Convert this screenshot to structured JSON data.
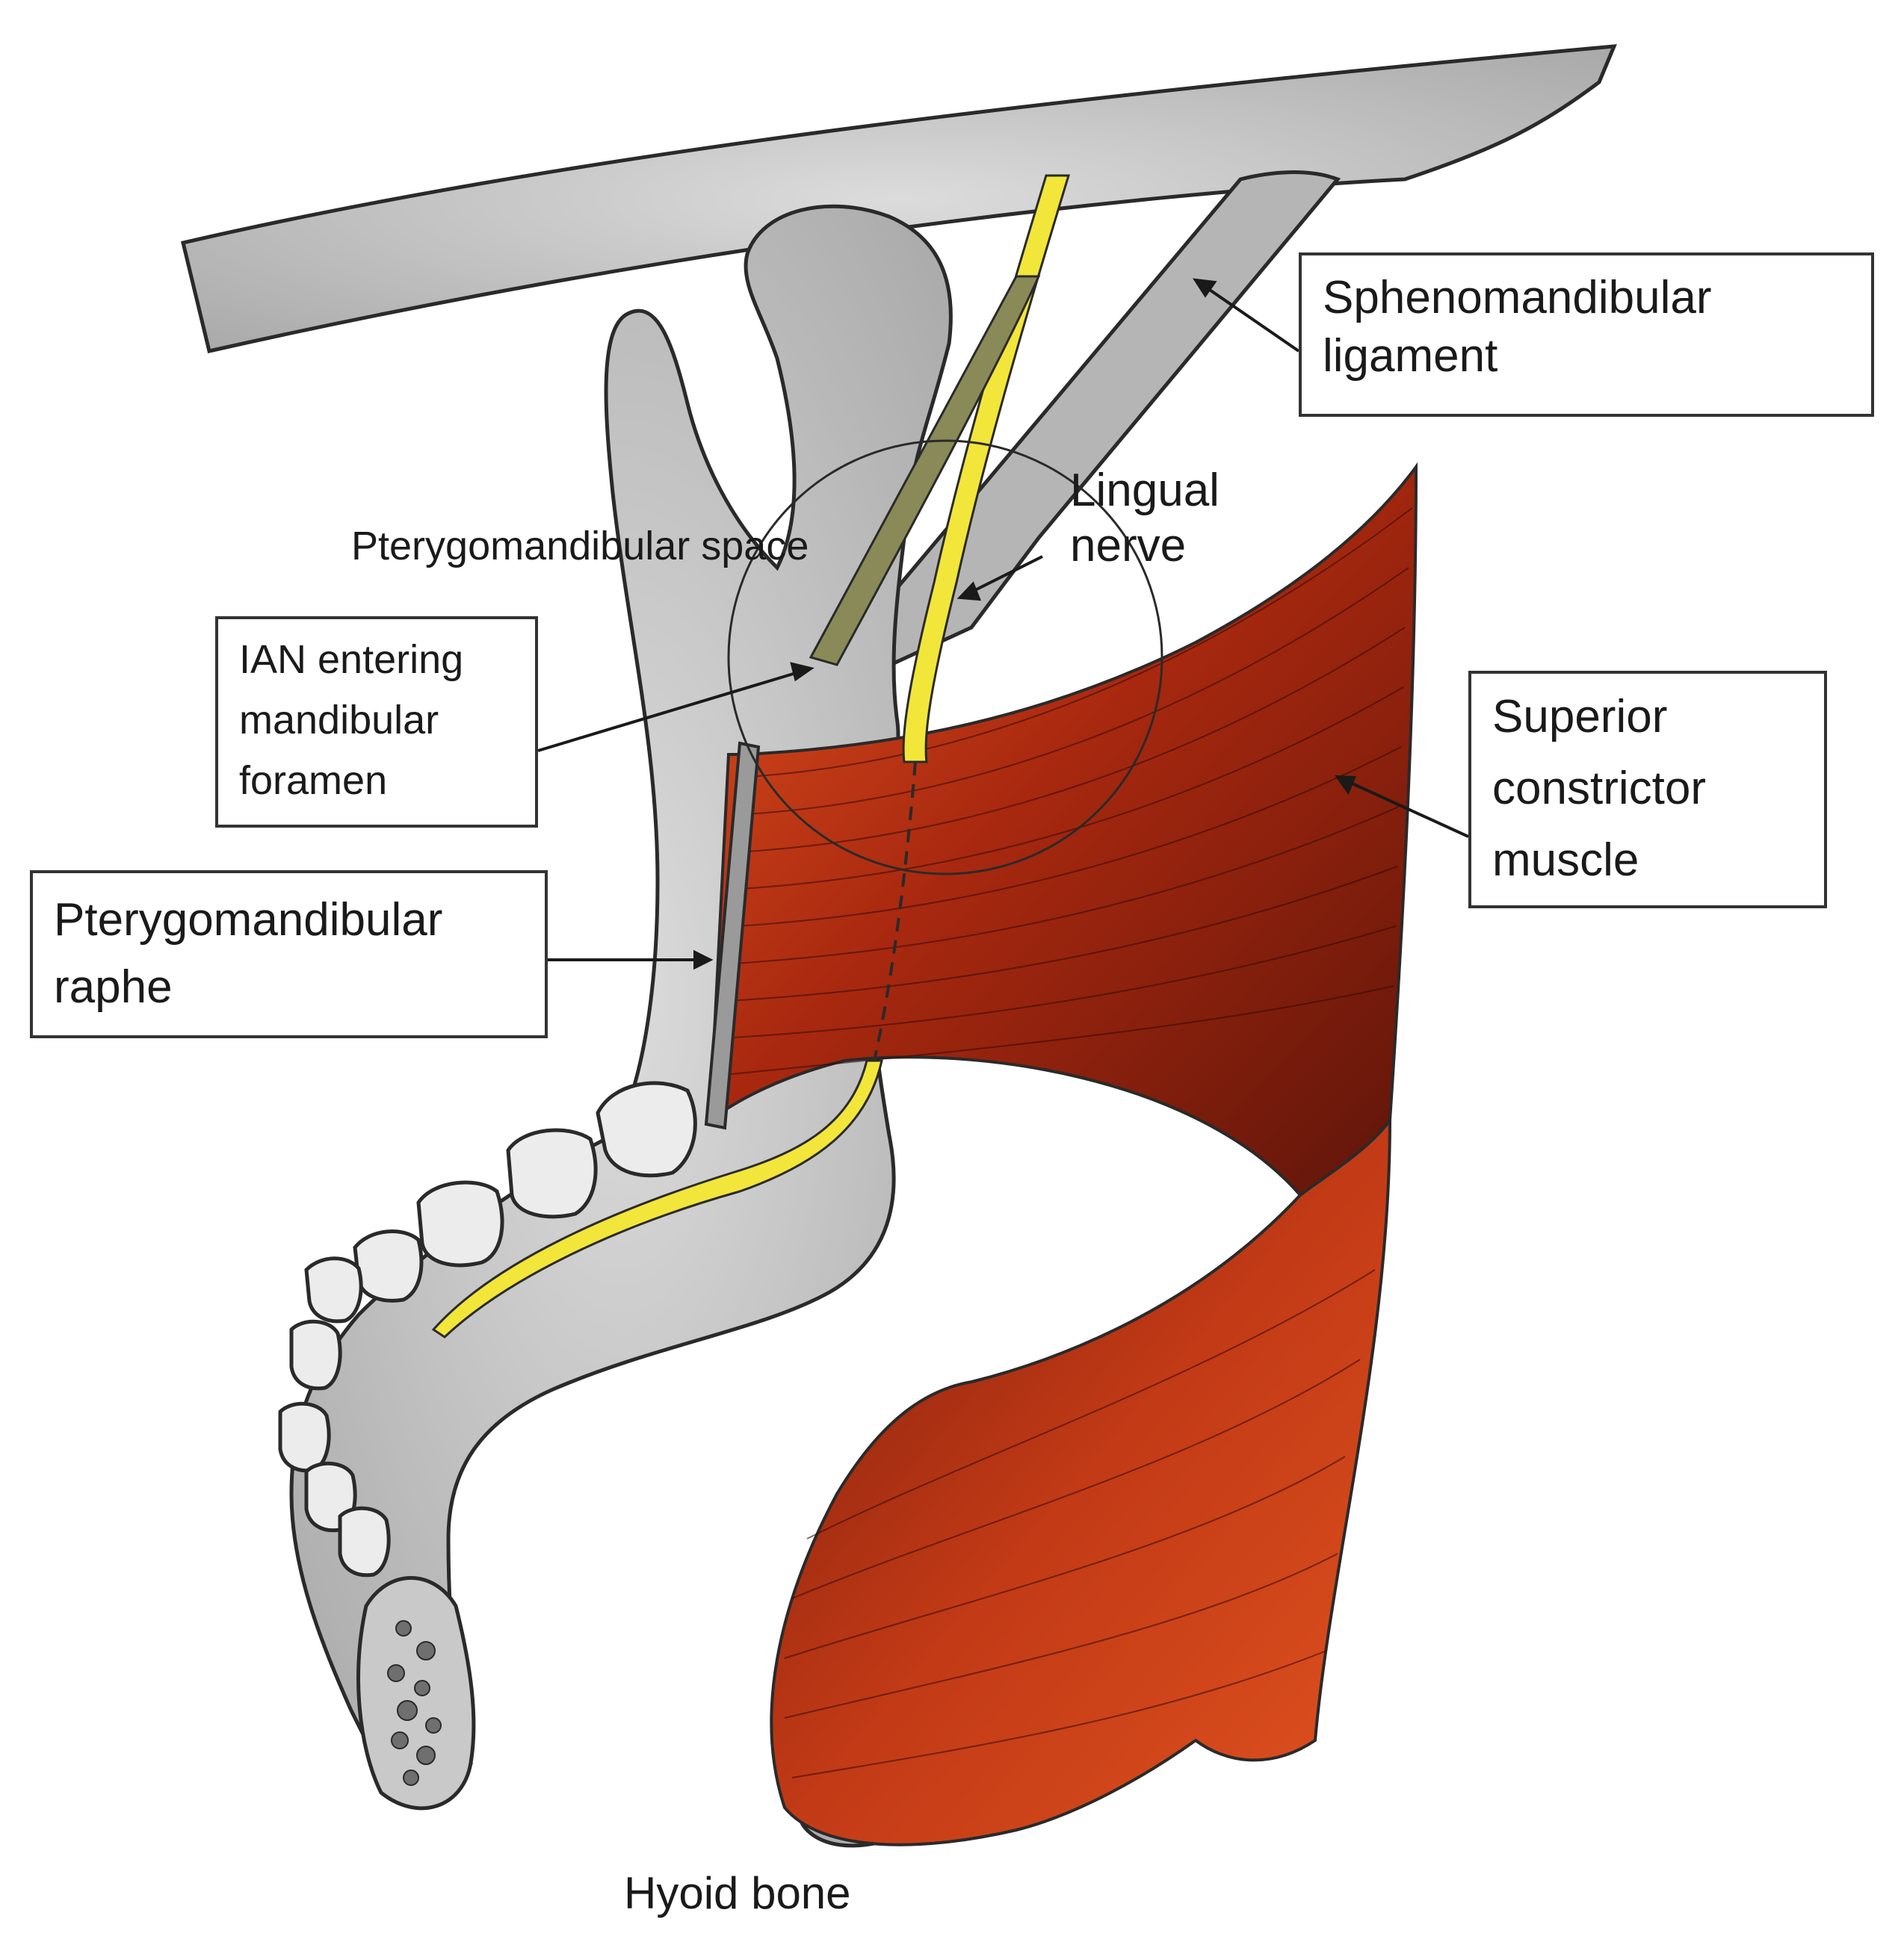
{
  "labels": {
    "sphenomandibular": [
      "Sphenomandibular",
      "ligament"
    ],
    "lingual_nerve": [
      "Lingual",
      "nerve"
    ],
    "pterygomandibular_space": "Pterygomandibular space",
    "ian": [
      "IAN entering",
      "mandibular",
      "foramen"
    ],
    "superior_constrictor": [
      "Superior",
      "constrictor",
      "muscle"
    ],
    "raphe": [
      "Pterygomandibular",
      "raphe"
    ],
    "hyoid": "Hyoid bone"
  },
  "colors": {
    "bone": "#cfcfcf",
    "bone_outline": "#2a2a2a",
    "nerve": "#f2e63a",
    "muscle_light": "#e0461a",
    "muscle_dark": "#6e1a0c"
  }
}
